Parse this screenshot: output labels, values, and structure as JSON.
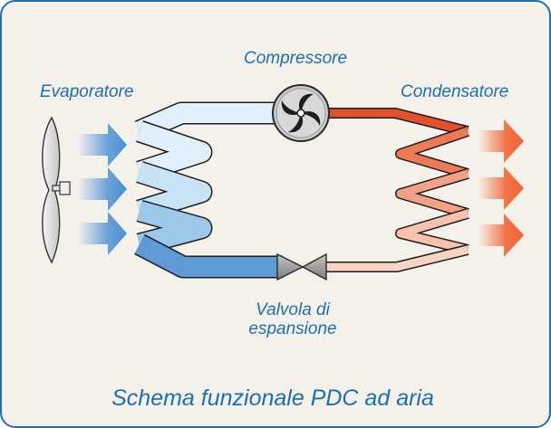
{
  "labels": {
    "evaporator": "Evaporatore",
    "compressor": "Compressore",
    "condenser": "Condensatore",
    "valve_line1": "Valvola di",
    "valve_line2": "espansione",
    "caption": "Schema funzionale PDC ad aria"
  },
  "colors": {
    "frame_border": "#1d6fb5",
    "panel_bg": "#f4f0ea",
    "label_text": "#1d6fb5",
    "cold_light": "#dff0fa",
    "cold_mid": "#9cc8ea",
    "cold_dark": "#5e9ad6",
    "hot_dark": "#e2512a",
    "hot_mid": "#f2a184",
    "hot_light": "#f9d4c3",
    "arrow_cold": "#4a8fd3",
    "arrow_hot": "#f0612f",
    "compressor_fill": "#c9c9c9",
    "valve_fill": "#9a9a9a"
  },
  "icons": {
    "fan": "fan-icon",
    "compressor": "compressor-icon",
    "valve": "expansion-valve-icon"
  }
}
